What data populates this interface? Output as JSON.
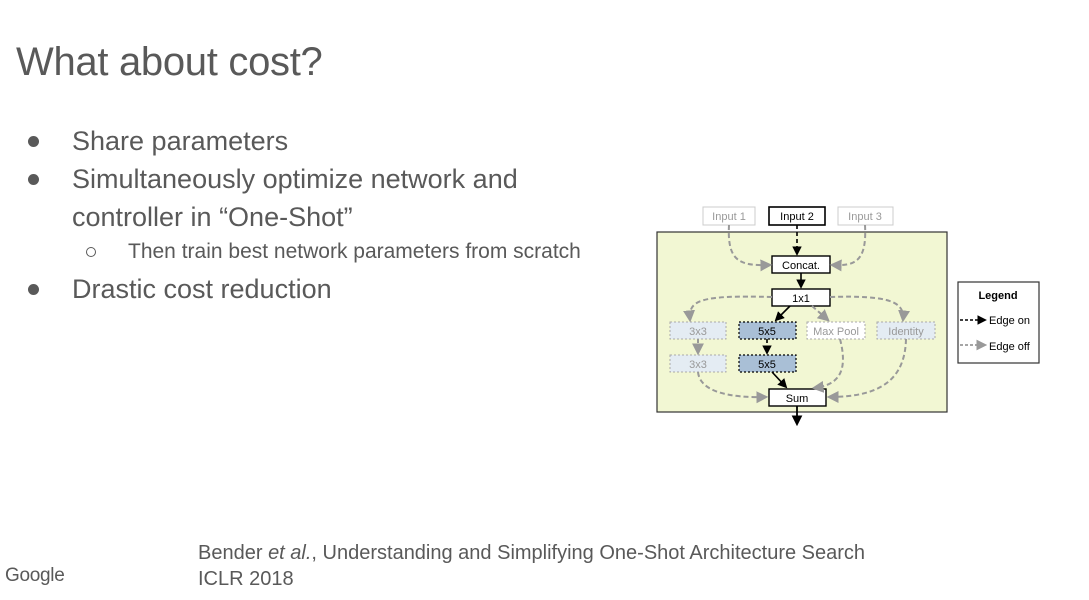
{
  "slide": {
    "title": "What about cost?",
    "bullets": {
      "share": "Share parameters",
      "simul_line1": "Simultaneously optimize network and",
      "simul_line2": "controller in “One-Shot”",
      "sub_then": "Then train best network parameters from scratch",
      "drastic": "Drastic cost reduction"
    },
    "citation": {
      "author": "Bender ",
      "etal": "et al.",
      "rest": ", Understanding and Simplifying One-Shot Architecture Search",
      "venue": "ICLR 2018"
    },
    "logo_text": "Google"
  },
  "diagram": {
    "nodes": {
      "input1": "Input 1",
      "input2": "Input 2",
      "input3": "Input 3",
      "concat": "Concat.",
      "conv1x1": "1x1",
      "conv3x3_a": "3x3",
      "conv5x5_a": "5x5",
      "maxpool": "Max Pool",
      "identity": "Identity",
      "conv3x3_b": "3x3",
      "conv5x5_b": "5x5",
      "sum": "Sum"
    },
    "legend": {
      "title": "Legend",
      "edge_on": "Edge on",
      "edge_off": "Edge off"
    },
    "colors": {
      "panel_fill": "#f2f7d3",
      "active_op": "#a9bfd6",
      "inactive_op": "#e4ecf3",
      "edge_on": "#000000",
      "edge_off": "#999999"
    }
  }
}
